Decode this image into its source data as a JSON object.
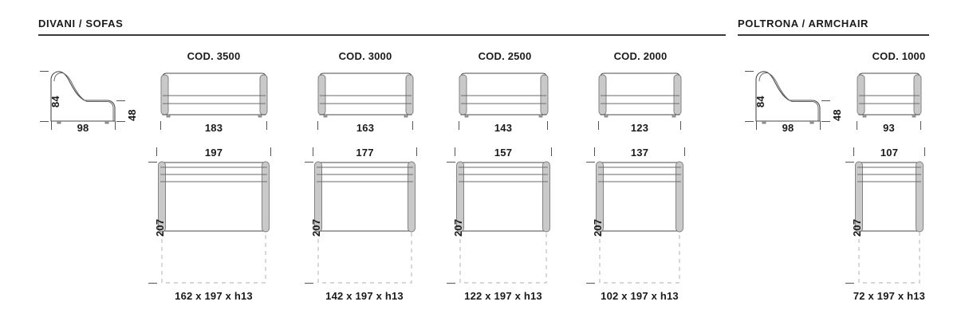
{
  "sections": [
    {
      "id": "sofas",
      "title": "DIVANI / SOFAS"
    },
    {
      "id": "armchair",
      "title": "POLTRONA / ARMCHAIR"
    }
  ],
  "profiles": [
    {
      "id": "sofa-profile",
      "height_label": "84",
      "seat_height_label": "48",
      "depth_label": "98"
    },
    {
      "id": "armchair-profile",
      "height_label": "84",
      "seat_height_label": "48",
      "depth_label": "98"
    }
  ],
  "models": [
    {
      "code": "COD. 3500",
      "front_width_label": "183",
      "plan_width_label": "197",
      "plan_depth_label": "207",
      "mattress_label": "162 x 197 x h13"
    },
    {
      "code": "COD. 3000",
      "front_width_label": "163",
      "plan_width_label": "177",
      "plan_depth_label": "207",
      "mattress_label": "142 x 197 x h13"
    },
    {
      "code": "COD. 2500",
      "front_width_label": "143",
      "plan_width_label": "157",
      "plan_depth_label": "207",
      "mattress_label": "122 x 197 x h13"
    },
    {
      "code": "COD. 2000",
      "front_width_label": "123",
      "plan_width_label": "137",
      "plan_depth_label": "207",
      "mattress_label": "102 x 197 x h13"
    },
    {
      "code": "COD. 1000",
      "front_width_label": "93",
      "plan_width_label": "107",
      "plan_depth_label": "207",
      "mattress_label": "72 x 197 x h13"
    }
  ],
  "colors": {
    "outline": "#4a4a4a",
    "arm_fill": "#c9c9c9",
    "rule": "#3a3a3a",
    "dashed": "#bdbdbd",
    "text": "#1a1a1a"
  }
}
